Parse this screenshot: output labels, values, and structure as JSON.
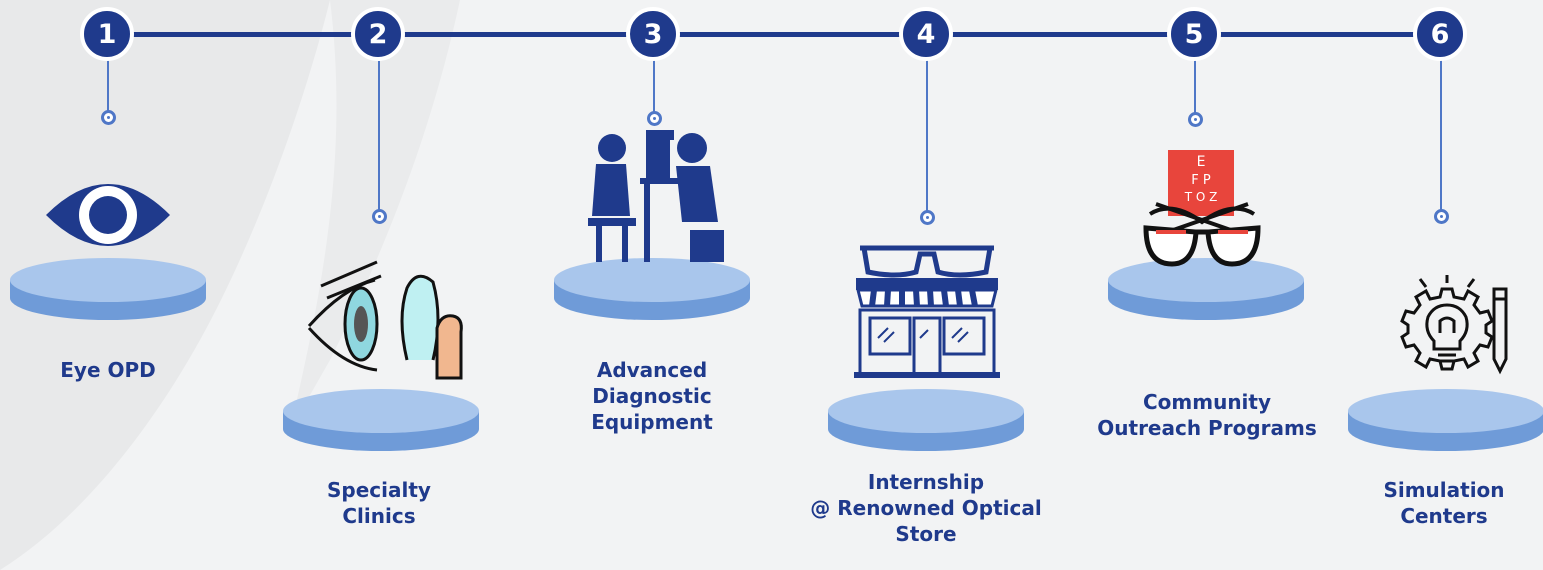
{
  "steps": [
    {
      "number": "1",
      "label_lines": [
        "Eye OPD"
      ],
      "icon": "eye-icon"
    },
    {
      "number": "2",
      "label_lines": [
        "Specialty",
        "Clinics"
      ],
      "icon": "contact-lens-icon"
    },
    {
      "number": "3",
      "label_lines": [
        "Advanced",
        "Diagnostic",
        "Equipment"
      ],
      "icon": "eye-exam-icon"
    },
    {
      "number": "4",
      "label_lines": [
        "Internship",
        "@ Renowned Optical",
        "Store"
      ],
      "icon": "optical-store-icon"
    },
    {
      "number": "5",
      "label_lines": [
        "Community",
        "Outreach Programs"
      ],
      "icon": "eye-chart-glasses-icon"
    },
    {
      "number": "6",
      "label_lines": [
        "Simulation",
        "Centers"
      ],
      "icon": "idea-gear-icon"
    }
  ],
  "eye_chart": {
    "rows": [
      "E",
      "F P",
      "T O Z"
    ]
  },
  "colors": {
    "primary": "#1f3a8c",
    "stem": "#4f77c7",
    "pedestal_top": "#a9c6ec",
    "pedestal_side": "#6f9bd8",
    "chart_red": "#e8453c",
    "background": "#f2f3f4"
  }
}
